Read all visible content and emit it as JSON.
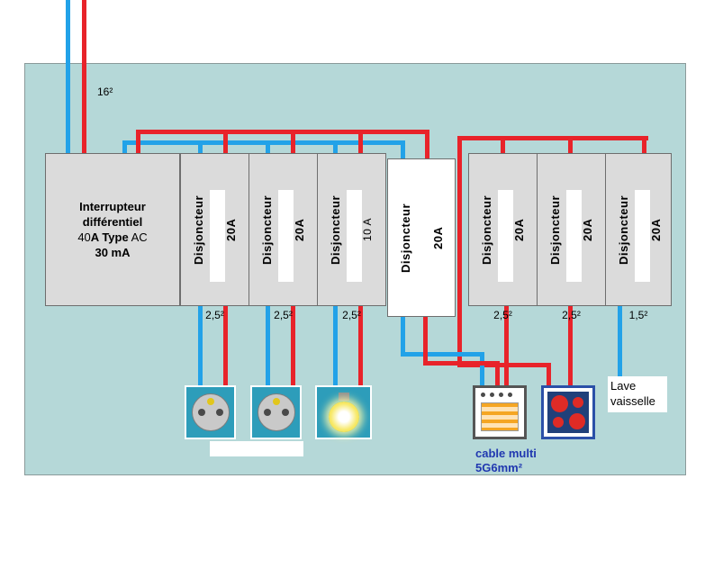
{
  "colors": {
    "wire_blue": "#22A2E8",
    "wire_red": "#E8232A",
    "panel_bg": "#B5D8D8",
    "device_teal": "#2D9DBA",
    "box_gray": "#DBDBDB",
    "cable_text": "#2038B0"
  },
  "labels": {
    "feed_gauge": "16²",
    "cable_line1": "cable multi",
    "cable_line2": "5G6mm²"
  },
  "main_switch": {
    "line1": "Interrupteur",
    "line2": "différentiel",
    "line3_pre": "40",
    "line3_bold": "A Type",
    "line3_post": " AC",
    "line4": "30 mA"
  },
  "breakers": [
    {
      "label": "Disjoncteur",
      "rating": "20A",
      "gauge": "2,5²"
    },
    {
      "label": "Disjoncteur",
      "rating": "20A",
      "gauge": "2,5²"
    },
    {
      "label": "Disjoncteur",
      "rating": "10 A",
      "gauge": "2,5²"
    },
    {
      "label": "Disjoncteur",
      "rating": "20A",
      "gauge": ""
    },
    {
      "label": "Disjoncteur",
      "rating": "20A",
      "gauge": "2,5²"
    },
    {
      "label": "Disjoncteur",
      "rating": "20A",
      "gauge": "2,5²"
    },
    {
      "label": "Disjoncteur",
      "rating": "20A",
      "gauge": "1,5²"
    }
  ],
  "devices": {
    "dishwasher_label": "Lave vaisselle",
    "icons": {
      "socket": "socket-outlet",
      "light": "light-bulb",
      "oven": "oven",
      "cooktop": "cooktop"
    }
  }
}
